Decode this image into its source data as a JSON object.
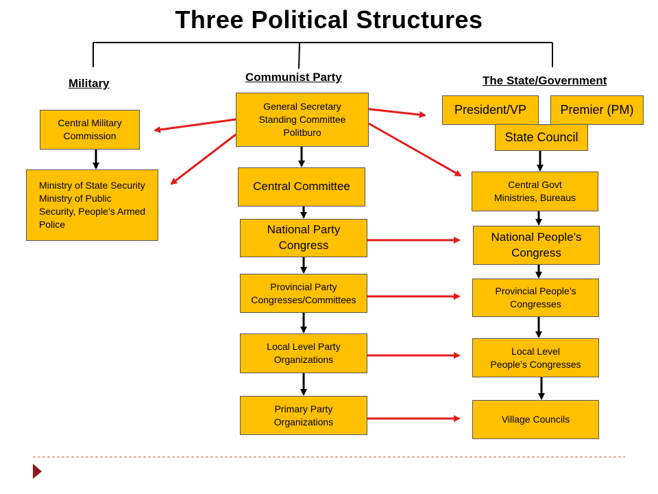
{
  "title": "Three Political Structures",
  "headers": {
    "military": "Military",
    "party": "Communist Party",
    "state": "The State/Government"
  },
  "military": {
    "cmc": "Central Military\nCommission",
    "security": "Ministry of State Security\nMinistry of Public\nSecurity, People’s Armed\nPolice"
  },
  "party": {
    "gensec": "General Secretary\nStanding Committee\nPolitburo",
    "central_committee": "Central Committee",
    "npc": "National Party\nCongress",
    "provincial": "Provincial Party\nCongresses/Committees",
    "local": "Local Level Party\nOrganizations",
    "primary": "Primary Party\nOrganizations"
  },
  "state": {
    "president": "President/VP",
    "premier": "Premier (PM)",
    "state_council": "State Council",
    "ministries": "Central Govt\nMinistries, Bureaus",
    "npc": "National People’s\nCongress",
    "provincial": "Provincial People’s\nCongresses",
    "local": "Local Level\nPeople’s Congresses",
    "village": "Village Councils"
  },
  "colors": {
    "box_fill": "#ffc000",
    "link_red": "#e31b1b",
    "link_black": "#000000",
    "divider": "#c0504d",
    "bullet": "#8b1a1a"
  }
}
